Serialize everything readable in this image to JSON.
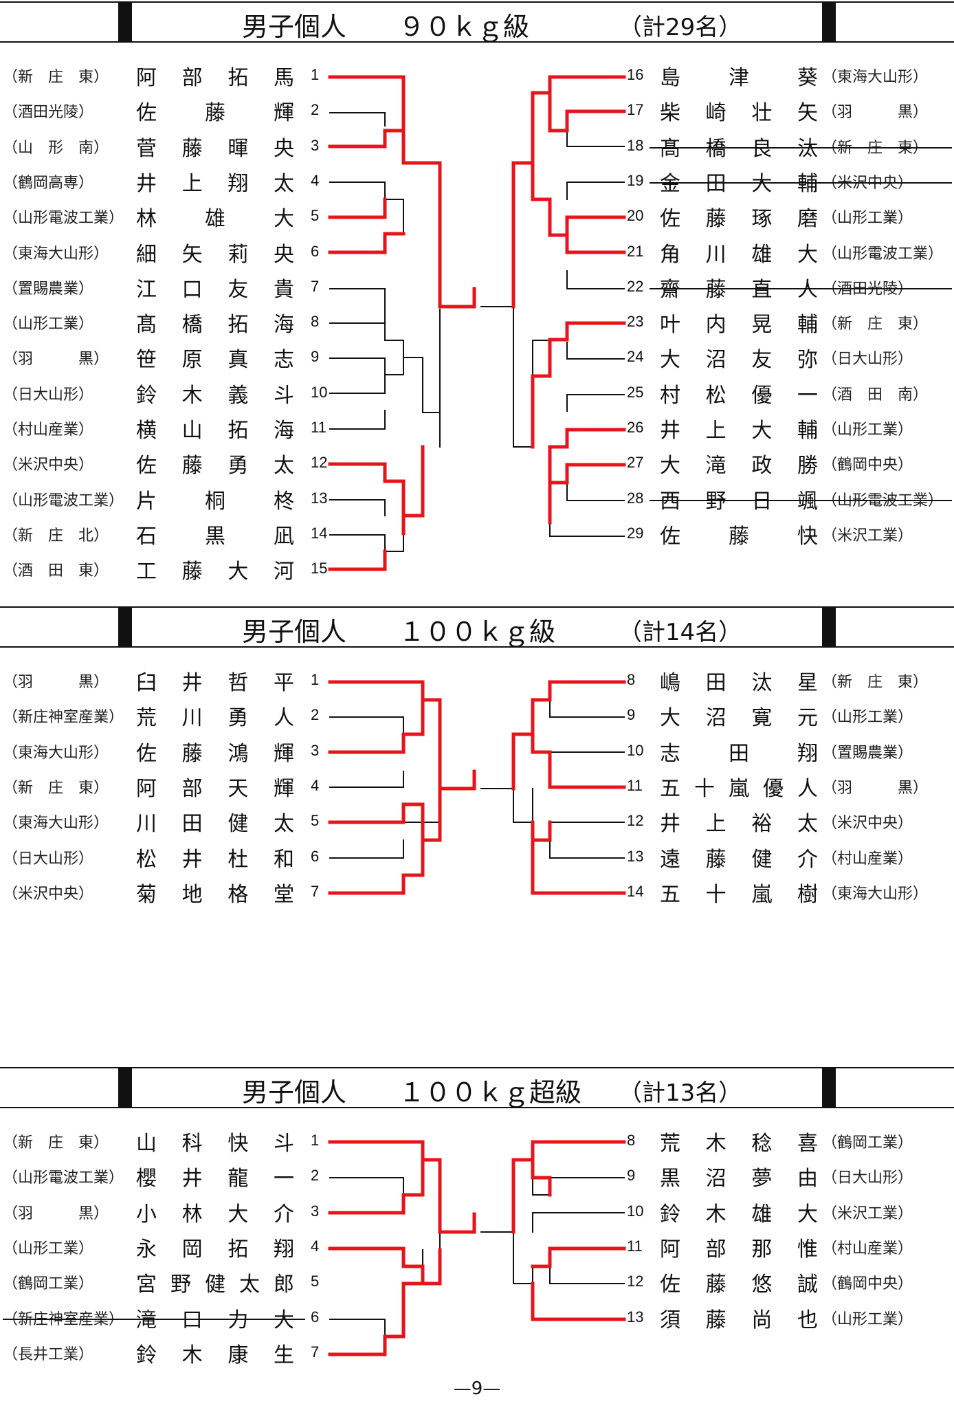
{
  "page_number": "—9—",
  "sections": [
    {
      "title": "男子個人　　９０ｋｇ級",
      "count": "（計29名）",
      "left": [
        {
          "num": "1",
          "name": "阿部拓馬",
          "school": "（新　庄　東）"
        },
        {
          "num": "2",
          "name": "佐藤輝",
          "school": "（酒田光陵）"
        },
        {
          "num": "3",
          "name": "菅藤暉央",
          "school": "（山　形　南）"
        },
        {
          "num": "4",
          "name": "井上翔太",
          "school": "（鶴岡高専）"
        },
        {
          "num": "5",
          "name": "林雄大",
          "school": "（山形電波工業）"
        },
        {
          "num": "6",
          "name": "細矢莉央",
          "school": "（東海大山形）"
        },
        {
          "num": "7",
          "name": "江口友貴",
          "school": "（置賜農業）"
        },
        {
          "num": "8",
          "name": "髙橋拓海",
          "school": "（山形工業）"
        },
        {
          "num": "9",
          "name": "笹原真志",
          "school": "（羽　　　黒）"
        },
        {
          "num": "10",
          "name": "鈴木義斗",
          "school": "（日大山形）"
        },
        {
          "num": "11",
          "name": "横山拓海",
          "school": "（村山産業）"
        },
        {
          "num": "12",
          "name": "佐藤勇太",
          "school": "（米沢中央）"
        },
        {
          "num": "13",
          "name": "片桐柊",
          "school": "（山形電波工業）"
        },
        {
          "num": "14",
          "name": "石黒凪",
          "school": "（新　庄　北）"
        },
        {
          "num": "15",
          "name": "工藤大河",
          "school": "（酒　田　東）"
        }
      ],
      "right": [
        {
          "num": "16",
          "name": "島津葵",
          "school": "（東海大山形）"
        },
        {
          "num": "17",
          "name": "柴崎壮矢",
          "school": "（羽　　　黒）"
        },
        {
          "num": "18",
          "name": "髙橋良汰",
          "school": "（新　庄　東）",
          "withdrawn": true
        },
        {
          "num": "19",
          "name": "金田大輔",
          "school": "（米沢中央）",
          "withdrawn": true
        },
        {
          "num": "20",
          "name": "佐藤琢磨",
          "school": "（山形工業）"
        },
        {
          "num": "21",
          "name": "角川雄大",
          "school": "（山形電波工業）"
        },
        {
          "num": "22",
          "name": "齋藤直人",
          "school": "（酒田光陵）",
          "withdrawn": true
        },
        {
          "num": "23",
          "name": "叶内晃輔",
          "school": "（新　庄　東）"
        },
        {
          "num": "24",
          "name": "大沼友弥",
          "school": "（日大山形）"
        },
        {
          "num": "25",
          "name": "村松優一",
          "school": "（酒　田　南）"
        },
        {
          "num": "26",
          "name": "井上大輔",
          "school": "（山形工業）"
        },
        {
          "num": "27",
          "name": "大滝政勝",
          "school": "（鶴岡中央）"
        },
        {
          "num": "28",
          "name": "西野日颯",
          "school": "（山形電波工業）",
          "withdrawn": true
        },
        {
          "num": "29",
          "name": "佐藤快",
          "school": "（米沢工業）"
        }
      ]
    },
    {
      "title": "男子個人　　１００ｋｇ級",
      "count": "（計14名）",
      "left": [
        {
          "num": "1",
          "name": "臼井哲平",
          "school": "（羽　　　黒）"
        },
        {
          "num": "2",
          "name": "荒川勇人",
          "school": "（新庄神室産業）"
        },
        {
          "num": "3",
          "name": "佐藤鴻輝",
          "school": "（東海大山形）"
        },
        {
          "num": "4",
          "name": "阿部天輝",
          "school": "（新　庄　東）"
        },
        {
          "num": "5",
          "name": "川田健太",
          "school": "（東海大山形）"
        },
        {
          "num": "6",
          "name": "松井杜和",
          "school": "（日大山形）"
        },
        {
          "num": "7",
          "name": "菊地格堂",
          "school": "（米沢中央）"
        }
      ],
      "right": [
        {
          "num": "8",
          "name": "嶋田汰星",
          "school": "（新　庄　東）"
        },
        {
          "num": "9",
          "name": "大沼寛元",
          "school": "（山形工業）"
        },
        {
          "num": "10",
          "name": "志田翔",
          "school": "（置賜農業）"
        },
        {
          "num": "11",
          "name": "五十嵐優人",
          "school": "（羽　　　黒）"
        },
        {
          "num": "12",
          "name": "井上裕太",
          "school": "（米沢中央）"
        },
        {
          "num": "13",
          "name": "遠藤健介",
          "school": "（村山産業）"
        },
        {
          "num": "14",
          "name": "五十嵐樹",
          "school": "（東海大山形）"
        }
      ]
    },
    {
      "title": "男子個人　　１００ｋｇ超級",
      "count": "（計13名）",
      "left": [
        {
          "num": "1",
          "name": "山科快斗",
          "school": "（新　庄　東）"
        },
        {
          "num": "2",
          "name": "櫻井龍一",
          "school": "（山形電波工業）"
        },
        {
          "num": "3",
          "name": "小林大介",
          "school": "（羽　　　黒）"
        },
        {
          "num": "4",
          "name": "永岡拓翔",
          "school": "（山形工業）"
        },
        {
          "num": "5",
          "name": "宮野健太郎",
          "school": "（鶴岡工業）"
        },
        {
          "num": "6",
          "name": "滝口力大",
          "school": "（新庄神室産業）",
          "withdrawn": true
        },
        {
          "num": "7",
          "name": "鈴木康生",
          "school": "（長井工業）"
        }
      ],
      "right": [
        {
          "num": "8",
          "name": "荒木稔喜",
          "school": "（鶴岡工業）"
        },
        {
          "num": "9",
          "name": "黒沼夢由",
          "school": "（日大山形）"
        },
        {
          "num": "10",
          "name": "鈴木雄大",
          "school": "（米沢工業）"
        },
        {
          "num": "11",
          "name": "阿部那惟",
          "school": "（村山産業）"
        },
        {
          "num": "12",
          "name": "佐藤悠誠",
          "school": "（鶴岡中央）"
        },
        {
          "num": "13",
          "name": "須藤尚也",
          "school": "（山形工業）"
        }
      ]
    }
  ],
  "colors": {
    "winner_line": "#e8141c",
    "bracket_line": "#111111"
  }
}
